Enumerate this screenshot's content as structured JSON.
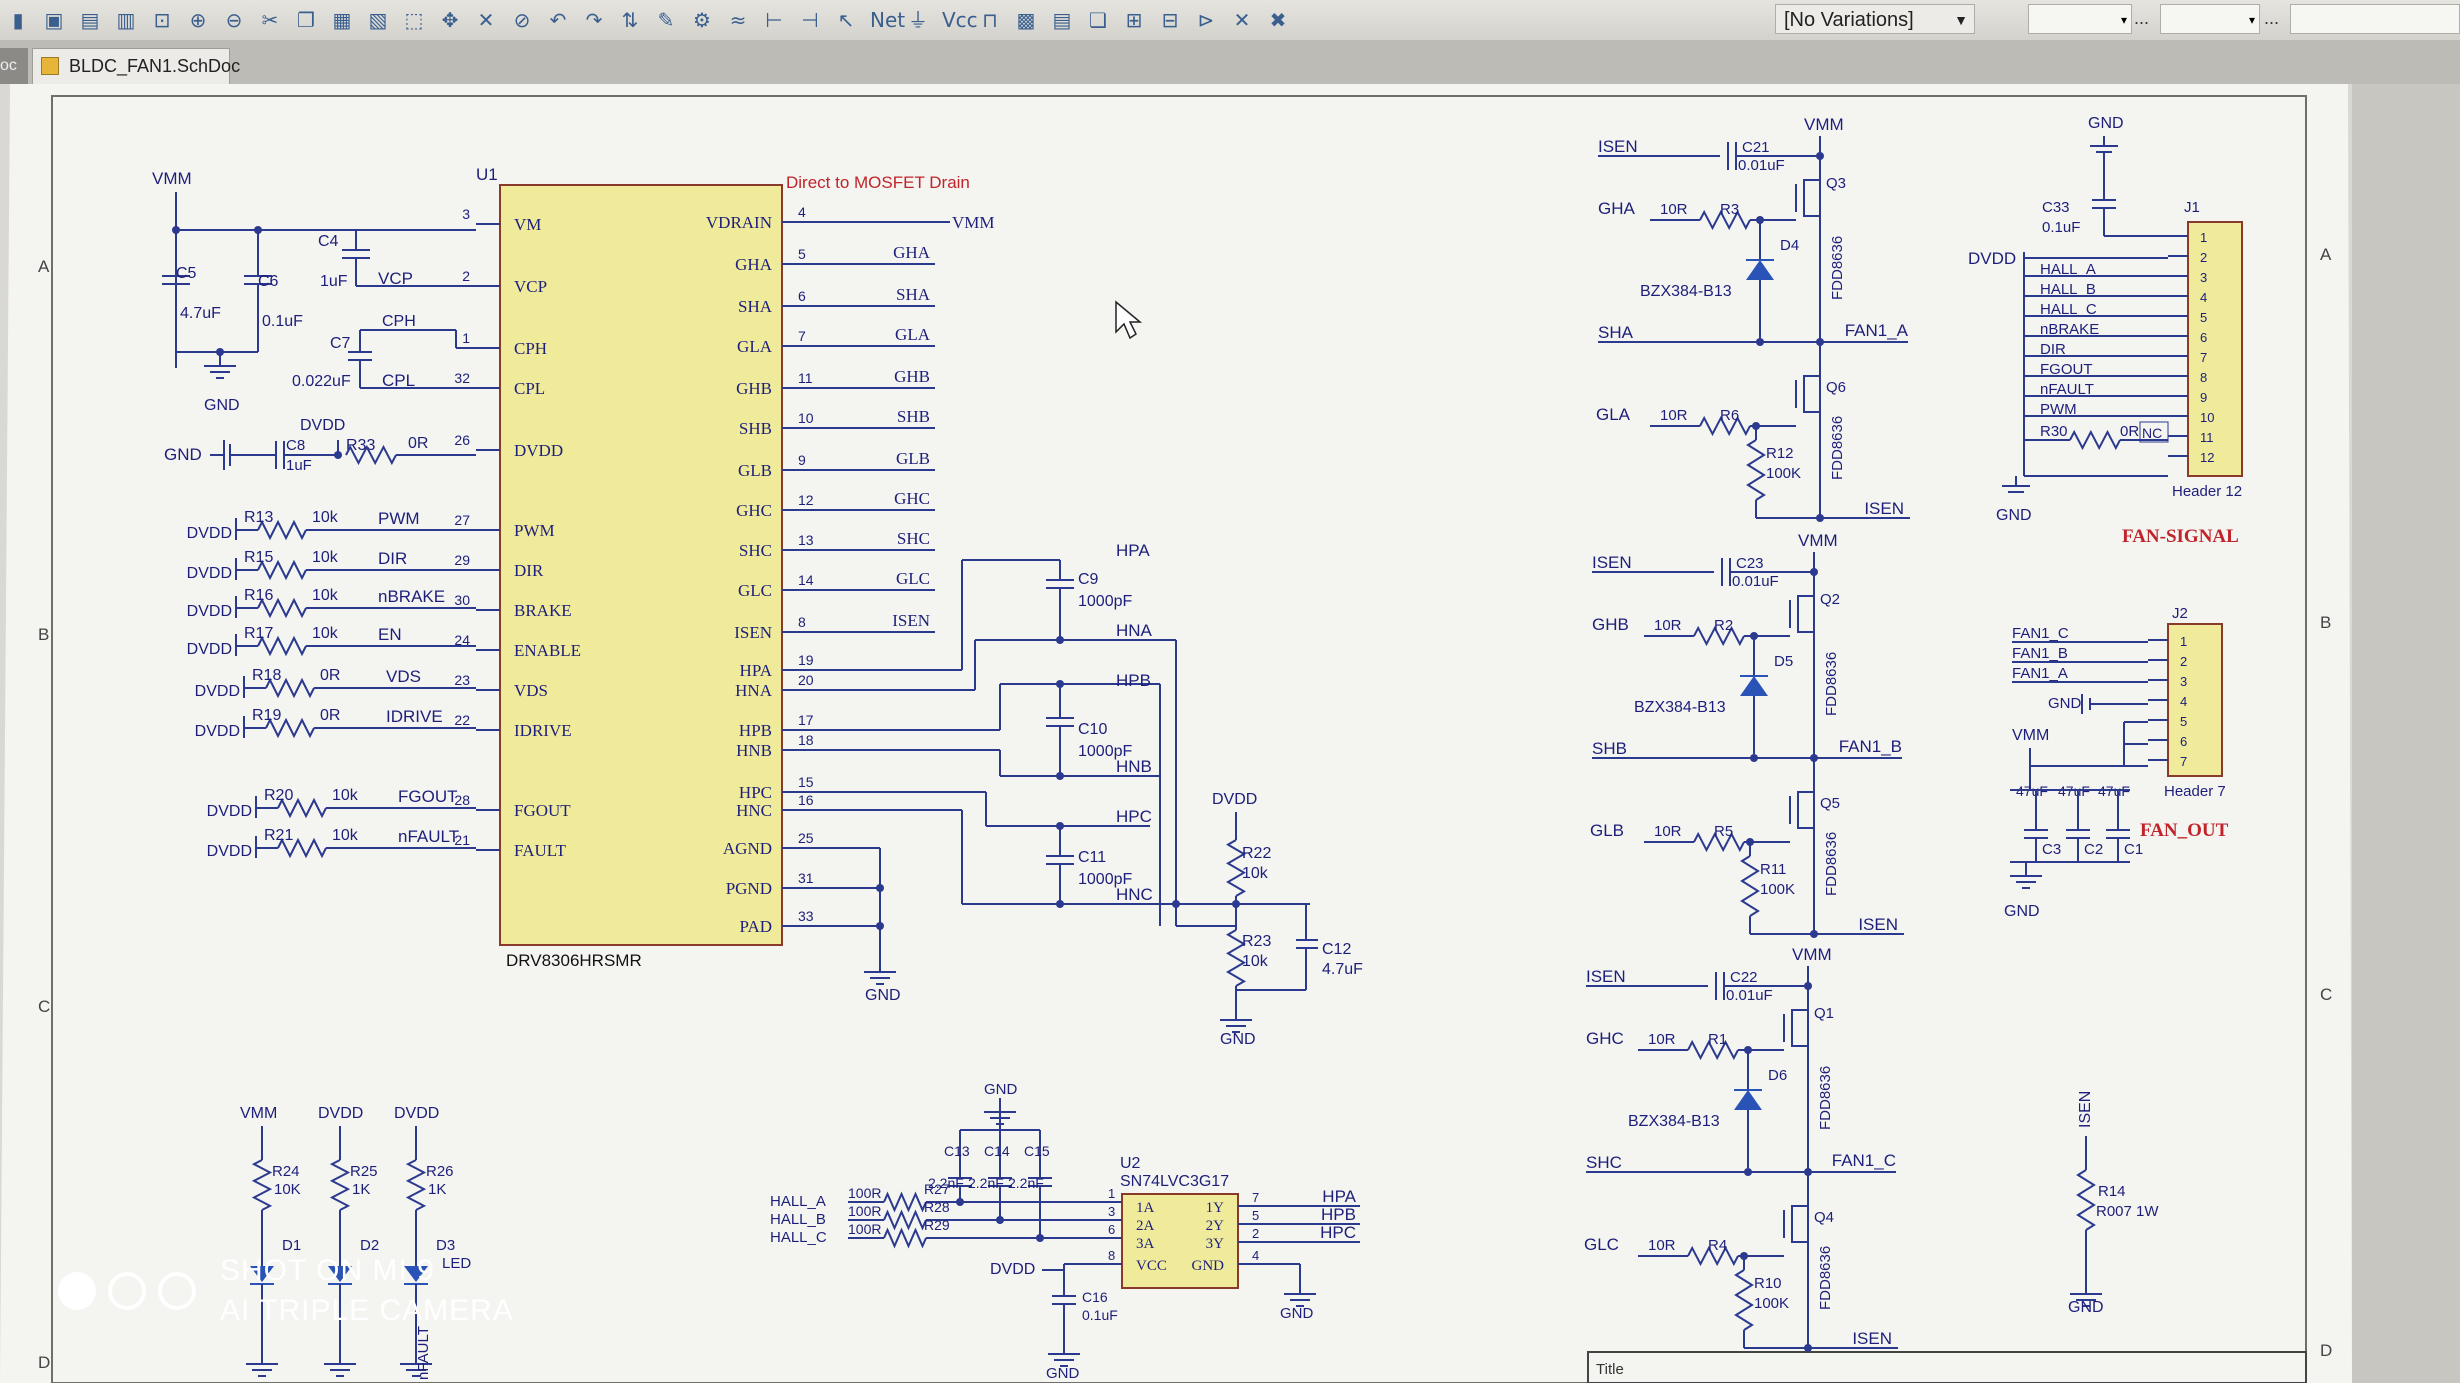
{
  "toolbar": {
    "variations_label": "[No Variations]",
    "combo_ellipsis": "...",
    "icons": [
      "new-icon",
      "open-icon",
      "save-icon",
      "print-icon",
      "zoom-fit-icon",
      "zoom-in-icon",
      "zoom-out-icon",
      "cut-icon",
      "copy-icon",
      "paste-icon",
      "rubber-stamp-icon",
      "select-area-icon",
      "move-icon",
      "deselect-icon",
      "clear-filter-icon",
      "undo-icon",
      "redo-icon",
      "hierarchy-icon",
      "cross-probe-icon",
      "compile-icon",
      "wire-icon",
      "bus-icon",
      "bus-entry-icon",
      "signal-harness-icon",
      "net-label-icon",
      "gnd-port-icon",
      "vcc-port-icon",
      "part-icon",
      "sheet-symbol-icon",
      "sheet-entry-icon",
      "device-sheet-icon",
      "harness-connector-icon",
      "harness-entry-icon",
      "port-icon",
      "no-erc-icon",
      "off-sheet-icon"
    ],
    "icon_glyphs": [
      "▮",
      "▣",
      "▤",
      "▥",
      "⊡",
      "⊕",
      "⊖",
      "✂",
      "❐",
      "▦",
      "▧",
      "⬚",
      "✥",
      "✕",
      "⊘",
      "↶",
      "↷",
      "⇅",
      "✎",
      "⚙",
      "≈",
      "⊢",
      "⊣",
      "↖",
      "Net",
      "⏚",
      "Vcc",
      "⊓",
      "▩",
      "▤",
      "❏",
      "⊞",
      "⊟",
      "⊳",
      "✕",
      "✖"
    ],
    "icon_color": "#3a5f8f"
  },
  "tabs": {
    "left_stub": "oc",
    "document": "BLDC_FAN1.SchDoc"
  },
  "colors": {
    "sheet": "#f4f4f1",
    "wire": "#2b3a8f",
    "text": "#1d1f7a",
    "red": "#c0242a",
    "component_fill": "#f0ea9b",
    "component_border": "#8a3a2a",
    "border_frame": "#6f6f6a",
    "diode": "#2a53b7"
  },
  "schematic": {
    "zone_letters": [
      "A",
      "B",
      "C",
      "D"
    ],
    "u1": {
      "designator": "U1",
      "part": "DRV8306HRSMR",
      "note": "Direct to MOSFET Drain",
      "left_pins": [
        {
          "name": "VM",
          "num": "3"
        },
        {
          "name": "VCP",
          "num": "2"
        },
        {
          "name": "CPH",
          "num": "1"
        },
        {
          "name": "CPL",
          "num": "32"
        },
        {
          "name": "DVDD",
          "num": "26"
        },
        {
          "name": "PWM",
          "num": "27"
        },
        {
          "name": "DIR",
          "num": "29"
        },
        {
          "name": "BRAKE",
          "num": "30"
        },
        {
          "name": "ENABLE",
          "num": "24"
        },
        {
          "name": "VDS",
          "num": "23"
        },
        {
          "name": "IDRIVE",
          "num": "22"
        },
        {
          "name": "FGOUT",
          "num": "28"
        },
        {
          "name": "FAULT",
          "num": "21"
        }
      ],
      "right_pins": [
        {
          "name": "VDRAIN",
          "num": "4",
          "net": "VMM"
        },
        {
          "name": "GHA",
          "num": "5",
          "net": "GHA"
        },
        {
          "name": "SHA",
          "num": "6",
          "net": "SHA"
        },
        {
          "name": "GLA",
          "num": "7",
          "net": "GLA"
        },
        {
          "name": "GHB",
          "num": "11",
          "net": "GHB"
        },
        {
          "name": "SHB",
          "num": "10",
          "net": "SHB"
        },
        {
          "name": "GLB",
          "num": "9",
          "net": "GLB"
        },
        {
          "name": "GHC",
          "num": "12",
          "net": "GHC"
        },
        {
          "name": "SHC",
          "num": "13",
          "net": "SHC"
        },
        {
          "name": "GLC",
          "num": "14",
          "net": "GLC"
        },
        {
          "name": "ISEN",
          "num": "8",
          "net": "ISEN"
        },
        {
          "name": "HPA",
          "num": "19",
          "net": ""
        },
        {
          "name": "HNA",
          "num": "20",
          "net": ""
        },
        {
          "name": "HPB",
          "num": "17",
          "net": ""
        },
        {
          "name": "HNB",
          "num": "18",
          "net": ""
        },
        {
          "name": "HPC",
          "num": "15",
          "net": ""
        },
        {
          "name": "HNC",
          "num": "16",
          "net": ""
        },
        {
          "name": "AGND",
          "num": "25",
          "net": ""
        },
        {
          "name": "PGND",
          "num": "31",
          "net": ""
        },
        {
          "name": "PAD",
          "num": "33",
          "net": ""
        }
      ]
    },
    "left_passives": {
      "vmm_label": "VMM",
      "gnd_label": "GND",
      "dvdd_top": "DVDD",
      "c5": "C5",
      "c5_val": "4.7uF",
      "c6": "C6",
      "c6_val": "0.1uF",
      "c4": "C4",
      "c4_val": "1uF",
      "vcp_net": "VCP",
      "c7": "C7",
      "c7_val": "0.022uF",
      "cph_net": "CPH",
      "cpl_net": "CPL",
      "c8": "C8",
      "c8_val": "1uF",
      "r33": "R33",
      "r33_val": "0R"
    },
    "input_resistors": [
      {
        "power": "DVDD",
        "ref": "R13",
        "val": "10k",
        "net": "PWM"
      },
      {
        "power": "DVDD",
        "ref": "R15",
        "val": "10k",
        "net": "DIR"
      },
      {
        "power": "DVDD",
        "ref": "R16",
        "val": "10k",
        "net": "nBRAKE"
      },
      {
        "power": "DVDD",
        "ref": "R17",
        "val": "10k",
        "net": "EN"
      },
      {
        "power": "DVDD",
        "ref": "R18",
        "val": "0R",
        "net": "VDS"
      },
      {
        "power": "DVDD",
        "ref": "R19",
        "val": "0R",
        "net": "IDRIVE"
      },
      {
        "power": "DVDD",
        "ref": "R20",
        "val": "10k",
        "net": "FGOUT"
      },
      {
        "power": "DVDD",
        "ref": "R21",
        "val": "10k",
        "net": "nFAULT"
      }
    ],
    "hall_caps": [
      {
        "ref": "C9",
        "val": "1000pF",
        "p": "HPA",
        "n": "HNA"
      },
      {
        "ref": "C10",
        "val": "1000pF",
        "p": "HPB",
        "n": "HNB"
      },
      {
        "ref": "C11",
        "val": "1000pF",
        "p": "HPC",
        "n": "HNC"
      }
    ],
    "divider": {
      "dvdd": "DVDD",
      "r22": "R22",
      "r22_val": "10k",
      "r23": "R23",
      "r23_val": "10k",
      "c12": "C12",
      "c12_val": "4.7uF",
      "gnd": "GND"
    },
    "leds": {
      "power": [
        "VMM",
        "DVDD",
        "DVDD"
      ],
      "res": [
        {
          "ref": "R24",
          "val": "10K"
        },
        {
          "ref": "R25",
          "val": "1K"
        },
        {
          "ref": "R26",
          "val": "1K"
        }
      ],
      "diodes": [
        "D1",
        "D2",
        "D3"
      ],
      "led_label": "LED",
      "net_nfault": "nFAULT"
    },
    "u2": {
      "designator": "U2",
      "part": "SN74LVC3G17",
      "gnd": "GND",
      "dvdd": "DVDD",
      "caps": [
        "C13",
        "C14",
        "C15"
      ],
      "cap_vals": [
        "2.2nF",
        "2.2nF",
        "2.2nF"
      ],
      "c16": "C16",
      "c16_val": "0.1uF",
      "inputs": [
        {
          "net": "HALL_A",
          "val": "100R",
          "ref": "R27",
          "pin": "1"
        },
        {
          "net": "HALL_B",
          "val": "100R",
          "ref": "R28",
          "pin": "3"
        },
        {
          "net": "HALL_C",
          "val": "100R",
          "ref": "R29",
          "pin": "6"
        }
      ],
      "pins_left": [
        "1A",
        "2A",
        "3A",
        "VCC"
      ],
      "pins_right": [
        "1Y",
        "2Y",
        "3Y",
        "GND"
      ],
      "vcc_pin": "8",
      "out_pins": [
        "7",
        "5",
        "2",
        "4"
      ],
      "outputs": [
        "HPA",
        "HPB",
        "HPC"
      ]
    },
    "phases": [
      {
        "isen": "ISEN",
        "cap": "C21",
        "cap_val": "0.01uF",
        "vmm": "VMM",
        "gh": "GHA",
        "gh_r_val": "10R",
        "gh_r": "R3",
        "hs": "Q3",
        "fet": "FDD8636",
        "diode": "D4",
        "diode_part": "BZX384-B13",
        "sh": "SHA",
        "out": "FAN1_A",
        "gl": "GLA",
        "gl_r_val": "10R",
        "gl_r": "R6",
        "ls": "Q6",
        "pd": "R12",
        "pd_val": "100K",
        "isen_bottom": "ISEN"
      },
      {
        "isen": "ISEN",
        "cap": "C23",
        "cap_val": "0.01uF",
        "vmm": "VMM",
        "gh": "GHB",
        "gh_r_val": "10R",
        "gh_r": "R2",
        "hs": "Q2",
        "fet": "FDD8636",
        "diode": "D5",
        "diode_part": "BZX384-B13",
        "sh": "SHB",
        "out": "FAN1_B",
        "gl": "GLB",
        "gl_r_val": "10R",
        "gl_r": "R5",
        "ls": "Q5",
        "pd": "R11",
        "pd_val": "100K",
        "isen_bottom": "ISEN"
      },
      {
        "isen": "ISEN",
        "cap": "C22",
        "cap_val": "0.01uF",
        "vmm": "VMM",
        "gh": "GHC",
        "gh_r_val": "10R",
        "gh_r": "R1",
        "hs": "Q1",
        "fet": "FDD8636",
        "diode": "D6",
        "diode_part": "BZX384-B13",
        "sh": "SHC",
        "out": "FAN1_C",
        "gl": "GLC",
        "gl_r_val": "10R",
        "gl_r": "R4",
        "ls": "Q4",
        "pd": "R10",
        "pd_val": "100K",
        "isen_bottom": "ISEN"
      }
    ],
    "j1": {
      "ref": "J1",
      "footer": "Header 12",
      "title": "FAN-SIGNAL",
      "gnd": "GND",
      "dvdd": "DVDD",
      "c33": "C33",
      "c33_val": "0.1uF",
      "signals": [
        "HALL_A",
        "HALL_B",
        "HALL_C",
        "nBRAKE",
        "DIR",
        "FGOUT",
        "nFAULT",
        "PWM"
      ],
      "r30": "R30",
      "r30_val": "0R",
      "r30_nc": "NC",
      "pins": [
        "1",
        "2",
        "3",
        "4",
        "5",
        "6",
        "7",
        "8",
        "9",
        "10",
        "11",
        "12"
      ]
    },
    "j2": {
      "ref": "J2",
      "footer": "Header 7",
      "title": "FAN_OUT",
      "signals": [
        "FAN1_C",
        "FAN1_B",
        "FAN1_A"
      ],
      "gnd": "GND",
      "vmm": "VMM",
      "caps": [
        "C3",
        "C2",
        "C1"
      ],
      "cap_vals": [
        "47uF",
        "47uF",
        "47uF"
      ],
      "pins": [
        "1",
        "2",
        "3",
        "4",
        "5",
        "6",
        "7"
      ]
    },
    "shunt": {
      "isen": "ISEN",
      "ref": "R14",
      "val": "R007 1W",
      "gnd": "GND"
    },
    "title_block": "Title"
  },
  "watermark": {
    "line1": "SHOT ON MI 9",
    "line2": "AI TRIPLE CAMERA"
  }
}
